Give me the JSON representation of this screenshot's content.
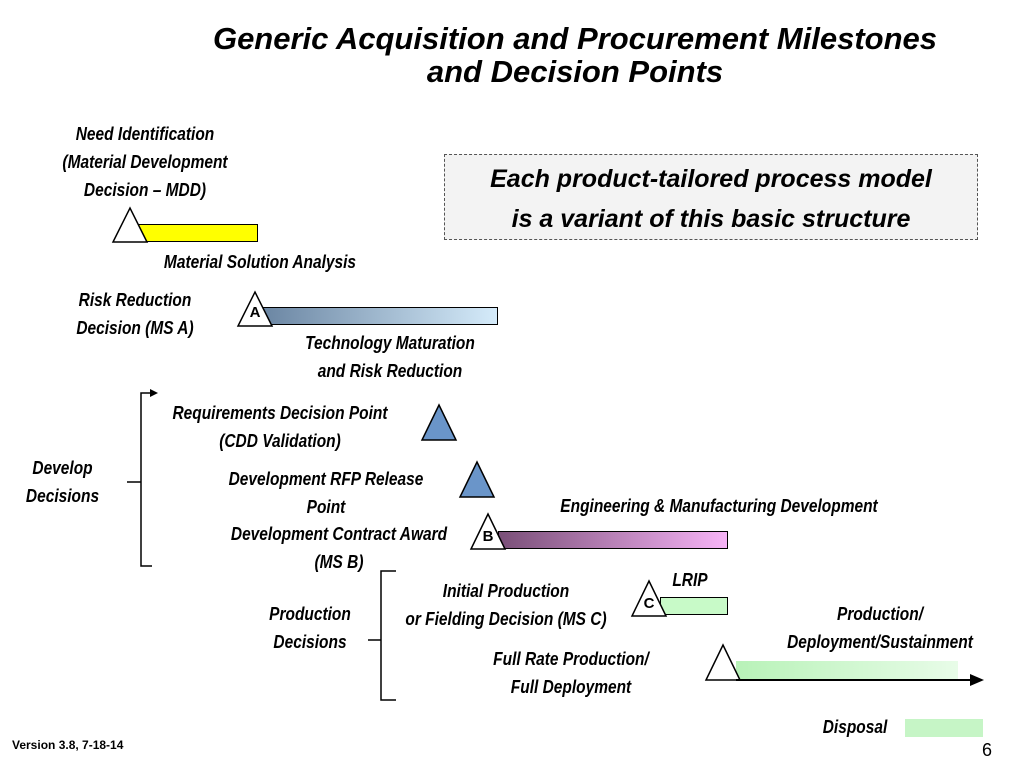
{
  "title_line1": "Generic Acquisition and Procurement Milestones",
  "title_line2": "and Decision Points",
  "callout": {
    "line1": "Each product-tailored process model",
    "line2": "is a  variant of this basic structure"
  },
  "milestones": {
    "mdd": {
      "line1": "Need Identification",
      "line2": "(Material Development",
      "line3": "Decision – MDD)"
    },
    "ms_a": {
      "line1": "Risk Reduction",
      "line2": "Decision (MS A)",
      "letter": "A"
    },
    "cdd": {
      "line1": "Requirements Decision Point",
      "line2": "(CDD Validation)"
    },
    "rfp": {
      "line1": "Development RFP Release",
      "line2": "Point"
    },
    "ms_b": {
      "line1": "Development Contract Award",
      "line2": "(MS B)",
      "letter": "B"
    },
    "ms_c": {
      "line1": "Initial Production",
      "line2": "or Fielding Decision (MS C)",
      "letter": "C"
    },
    "frp": {
      "line1": "Full Rate  Production/",
      "line2": "Full Deployment"
    }
  },
  "phases": {
    "msa": "Material Solution Analysis",
    "tmrr_line1": "Technology Maturation",
    "tmrr_line2": "and Risk Reduction",
    "emd": "Engineering  & Manufacturing Development",
    "lrip": "LRIP",
    "pds_line1": "Production/",
    "pds_line2": "Deployment/Sustainment",
    "disposal": "Disposal"
  },
  "groups": {
    "develop_line1": "Develop",
    "develop_line2": "Decisions",
    "production_line1": "Production",
    "production_line2": "Decisions"
  },
  "footer": {
    "version": "Version 3.8, 7-18-14",
    "page_number": "6"
  },
  "colors": {
    "msa_bar": "#ffff00",
    "tmrr_start": "#6b86a3",
    "tmrr_end": "#d5ebfa",
    "emd_start": "#7a4f78",
    "emd_end": "#f7b4f7",
    "lrip_bar": "#c8fac8",
    "pds_start": "#b8f2b8",
    "pds_end": "#e8fce8",
    "disposal_bar": "#c6f5c6",
    "decision_triangle": "#6a95c9"
  }
}
